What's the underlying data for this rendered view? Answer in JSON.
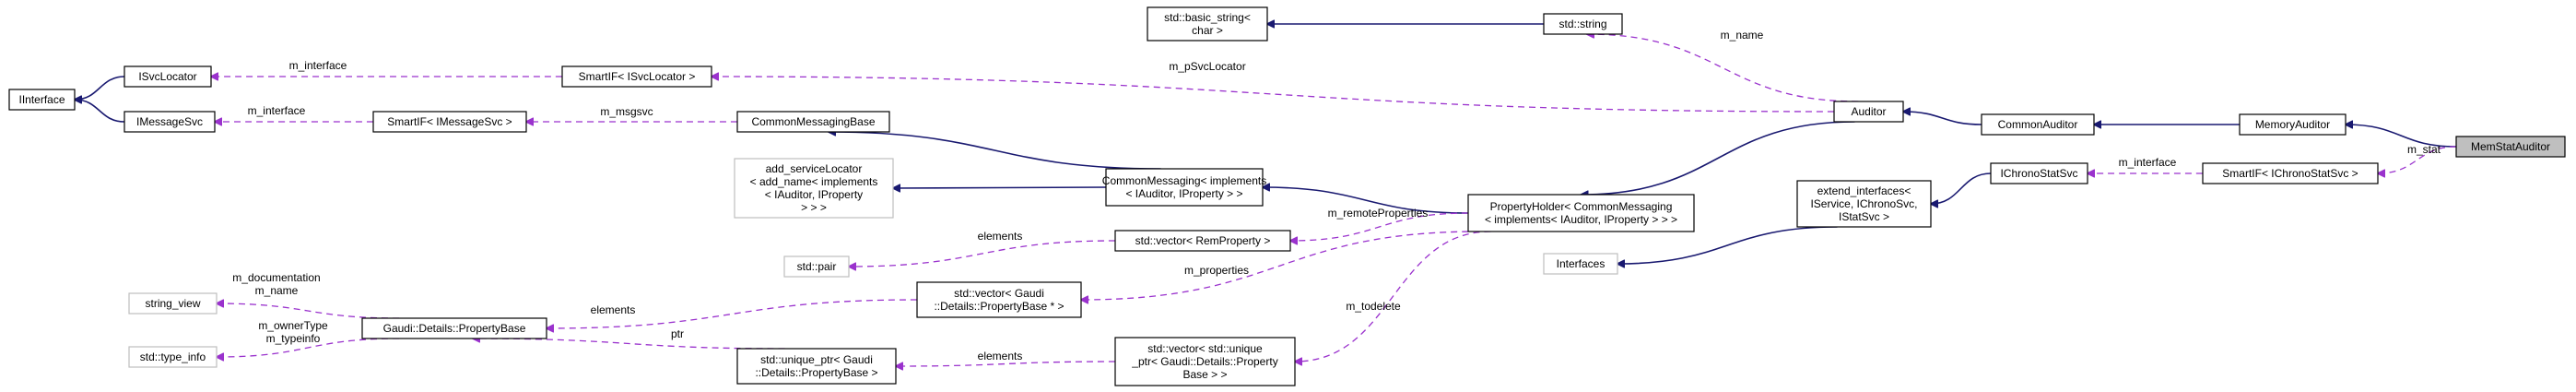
{
  "colors": {
    "node_border": "#000000",
    "muted_border": "#bfbfbf",
    "target_fill": "#bfbfbf",
    "inheritance_edge": "#191970",
    "usage_edge": "#9a32cd",
    "background": "#ffffff"
  },
  "nodes": {
    "iinterface": {
      "lines": [
        "IInterface"
      ]
    },
    "isvclocator": {
      "lines": [
        "ISvcLocator"
      ]
    },
    "imessagesvc": {
      "lines": [
        "IMessageSvc"
      ]
    },
    "smartif_isvclocator": {
      "lines": [
        "SmartIF< ISvcLocator >"
      ]
    },
    "smartif_imessagesvc": {
      "lines": [
        "SmartIF< IMessageSvc >"
      ]
    },
    "basic_string": {
      "lines": [
        "std::basic_string<",
        "char >"
      ]
    },
    "std_string": {
      "lines": [
        "std::string"
      ]
    },
    "commonmessagingbase": {
      "lines": [
        "CommonMessagingBase"
      ]
    },
    "add_servicelocator": {
      "lines": [
        "add_serviceLocator",
        "< add_name< implements",
        "< IAuditor, IProperty",
        "> > >"
      ]
    },
    "commonmessaging": {
      "lines": [
        "CommonMessaging< implements",
        "< IAuditor, IProperty > >"
      ]
    },
    "std_pair": {
      "lines": [
        "std::pair"
      ]
    },
    "vector_remproperty": {
      "lines": [
        "std::vector< RemProperty >"
      ]
    },
    "string_view": {
      "lines": [
        "string_view"
      ]
    },
    "type_info": {
      "lines": [
        "std::type_info"
      ]
    },
    "propertybase": {
      "lines": [
        "Gaudi::Details::PropertyBase"
      ]
    },
    "vector_propertybase_ptr": {
      "lines": [
        "std::vector< Gaudi",
        "::Details::PropertyBase * >"
      ]
    },
    "unique_ptr_propertybase": {
      "lines": [
        "std::unique_ptr< Gaudi",
        "::Details::PropertyBase >"
      ]
    },
    "vector_unique_ptr": {
      "lines": [
        "std::vector< std::unique",
        "_ptr< Gaudi::Details::Property",
        "Base > >"
      ]
    },
    "propertyholder": {
      "lines": [
        "PropertyHolder< CommonMessaging",
        "< implements< IAuditor, IProperty > > >"
      ]
    },
    "auditor": {
      "lines": [
        "Auditor"
      ]
    },
    "extend_interfaces": {
      "lines": [
        "extend_interfaces<",
        "IService, IChronoSvc,",
        "IStatSvc >"
      ]
    },
    "interfaces": {
      "lines": [
        "Interfaces"
      ]
    },
    "ichronostatsvc": {
      "lines": [
        "IChronoStatSvc"
      ]
    },
    "commonauditor": {
      "lines": [
        "CommonAuditor"
      ]
    },
    "memoryauditor": {
      "lines": [
        "MemoryAuditor"
      ]
    },
    "smartif_ichronostatsvc": {
      "lines": [
        "SmartIF< IChronoStatSvc >"
      ]
    },
    "memstatauditor": {
      "lines": [
        "MemStatAuditor"
      ]
    }
  },
  "edge_labels": {
    "m_interface_locator": [
      "m_interface"
    ],
    "m_interface_msgsvc": [
      "m_interface"
    ],
    "m_psvclocator": [
      "m_pSvcLocator"
    ],
    "m_msgsvc": [
      "m_msgsvc"
    ],
    "m_name": [
      "m_name"
    ],
    "m_remoteproperties": [
      "m_remoteProperties"
    ],
    "elements_pair": [
      "elements"
    ],
    "m_properties": [
      "m_properties"
    ],
    "elements_propbase": [
      "elements"
    ],
    "doc_name": [
      "m_documentation",
      "m_name"
    ],
    "owner_typeinfo": [
      "m_ownerType",
      "m_typeinfo"
    ],
    "ptr": [
      "ptr"
    ],
    "elements_unique": [
      "elements"
    ],
    "m_todelete": [
      "m_todelete"
    ],
    "m_interface_chrono": [
      "m_interface"
    ],
    "m_stat": [
      "m_stat"
    ]
  }
}
